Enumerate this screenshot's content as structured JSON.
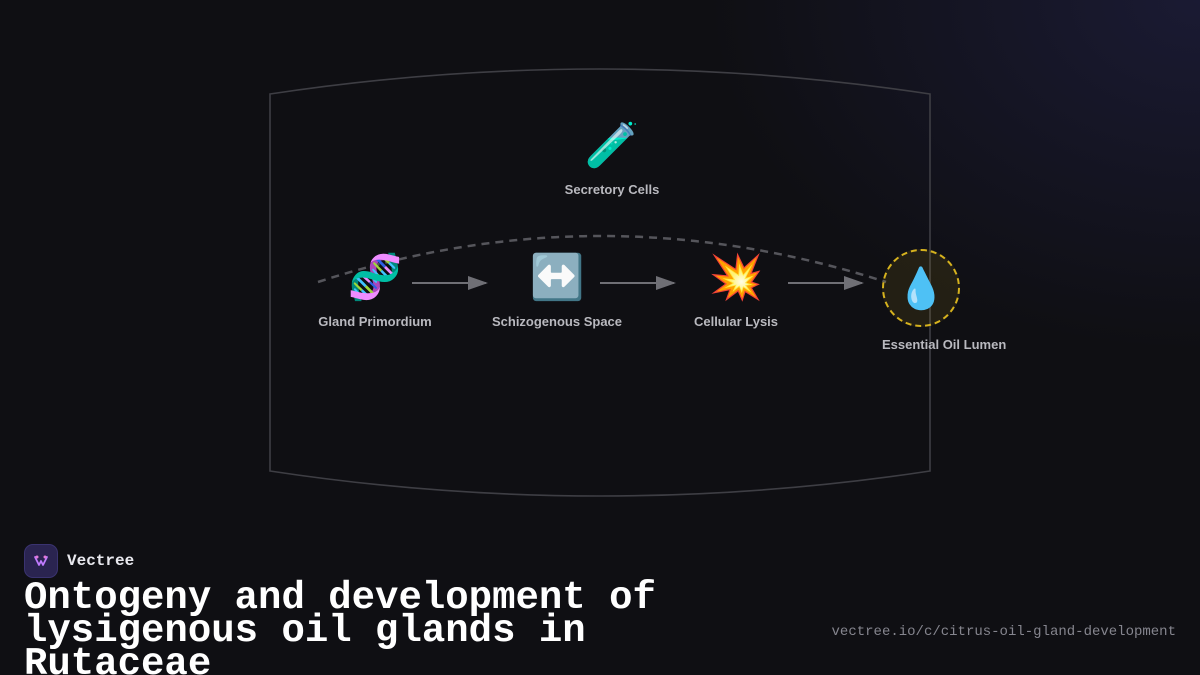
{
  "diagram": {
    "nodes": [
      {
        "id": "secretory-cells",
        "label": "Secretory Cells",
        "icon": "test-tube-icon",
        "glyph": "🧪"
      },
      {
        "id": "gland-primordium",
        "label": "Gland Primordium",
        "icon": "dna-icon",
        "glyph": "🧬"
      },
      {
        "id": "schizogenous-space",
        "label": "Schizogenous Space",
        "icon": "left-right-arrow-icon",
        "glyph": "↔️"
      },
      {
        "id": "cellular-lysis",
        "label": "Cellular Lysis",
        "icon": "collision-icon",
        "glyph": "💥"
      },
      {
        "id": "essential-oil-lumen",
        "label": "Essential Oil Lumen",
        "icon": "droplet-icon",
        "glyph": "💧"
      }
    ],
    "edges": [
      {
        "from": "gland-primordium",
        "to": "schizogenous-space"
      },
      {
        "from": "schizogenous-space",
        "to": "cellular-lysis"
      },
      {
        "from": "cellular-lysis",
        "to": "essential-oil-lumen"
      }
    ],
    "colors": {
      "highlight_ring": "#d6b21e",
      "arrow": "#6f6f75",
      "frame": "#3e3e44"
    }
  },
  "footer": {
    "brand_name": "Vectree",
    "title": "Ontogeny and development of lysigenous oil glands in Rutaceae",
    "url": "vectree.io/c/citrus-oil-gland-development"
  }
}
